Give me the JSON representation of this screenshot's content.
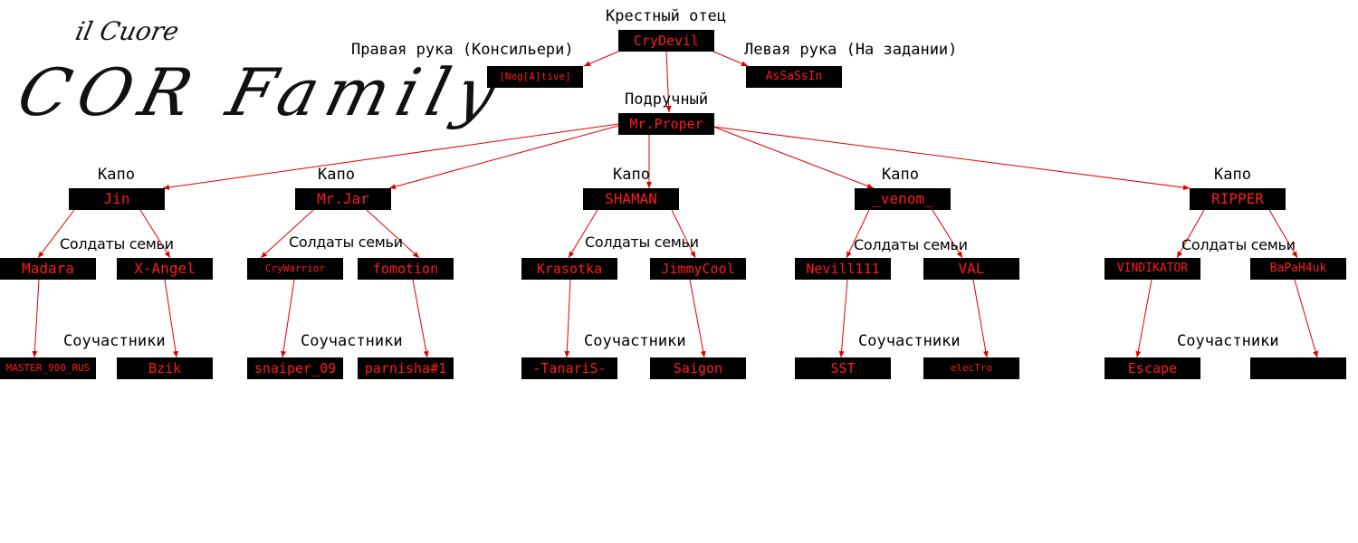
{
  "logo": {
    "subtitle": "il Cuore",
    "title": "COR Family"
  },
  "labels": {
    "godfather": "Крестный отец",
    "right_hand": "Правая рука (Консильери)",
    "left_hand": "Левая рука (На задании)",
    "underboss": "Подручный",
    "capo": "Капо",
    "soldiers": "Солдаты семьи",
    "associates": "Соучастники"
  },
  "top": {
    "godfather": "CryDevil",
    "consigliere": "[Neg[A]tive]",
    "left_hand": "AsSaSsIn",
    "underboss": "Mr.Proper"
  },
  "branches": [
    {
      "capo": "Jin",
      "soldiers": [
        "Madara",
        "X-Angel"
      ],
      "associates": [
        "MASTER_900_RUS",
        "Bzik"
      ]
    },
    {
      "capo": "Mr.Jar",
      "soldiers": [
        "CryWarrior",
        "fomotion"
      ],
      "associates": [
        "snaiper_09",
        "parnisha#1"
      ]
    },
    {
      "capo": "SHAMAN",
      "soldiers": [
        "Krasotka",
        "JimmyCool"
      ],
      "associates": [
        "-TanariS-",
        "Saigon"
      ]
    },
    {
      "capo": "_venom_",
      "soldiers": [
        "Nevill111",
        "VAL"
      ],
      "associates": [
        "SST",
        "elecTro"
      ]
    },
    {
      "capo": "RIPPER",
      "soldiers": [
        "VINDIKATOR",
        "BaPaH4uk"
      ],
      "associates": [
        "Escape",
        ""
      ]
    }
  ]
}
